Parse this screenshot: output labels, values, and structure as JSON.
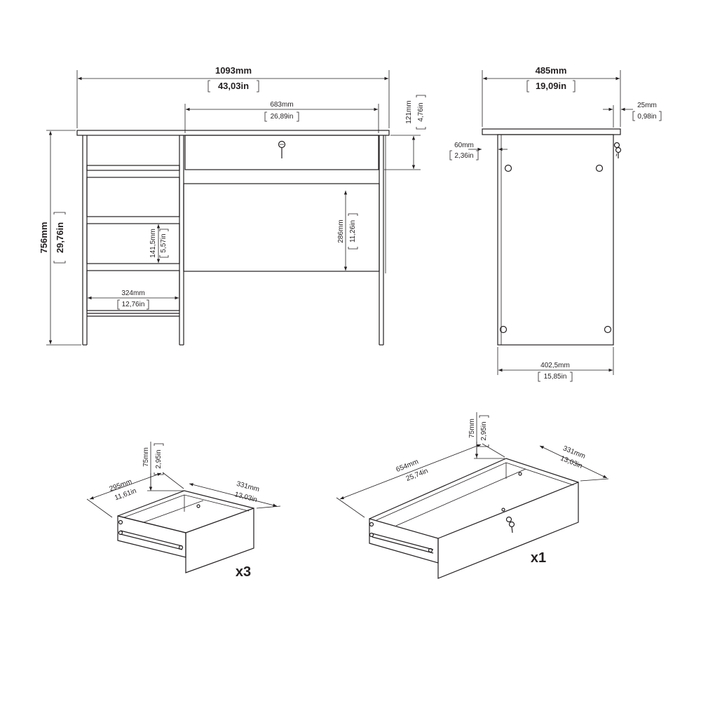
{
  "front_view": {
    "width_mm": "1093mm",
    "width_in": "43,03in",
    "drawer_width_mm": "683mm",
    "drawer_width_in": "26,89in",
    "drawer_height_mm": "121mm",
    "drawer_height_in": "4,76in",
    "height_mm": "756mm",
    "height_in": "29,76in",
    "cabinet_drawer_height_mm": "141,5mm",
    "cabinet_drawer_height_in": "5,57in",
    "cabinet_width_mm": "324mm",
    "cabinet_width_in": "12,76in",
    "knee_height_mm": "286mm",
    "knee_height_in": "11,26in"
  },
  "side_view": {
    "depth_mm": "485mm",
    "depth_in": "19,09in",
    "overhang_mm": "25mm",
    "overhang_in": "0,98in",
    "top_offset_mm": "60mm",
    "top_offset_in": "2,36in",
    "panel_width_mm": "402,5mm",
    "panel_width_in": "15,85in"
  },
  "small_drawer": {
    "height_mm": "75mm",
    "height_in": "2,95in",
    "width_mm": "295mm",
    "width_in": "11,61in",
    "depth_mm": "331mm",
    "depth_in": "13,03in",
    "quantity": "x3"
  },
  "large_drawer": {
    "height_mm": "75mm",
    "height_in": "2,95in",
    "width_mm": "654mm",
    "width_in": "25,74in",
    "depth_mm": "331mm",
    "depth_in": "13,03in",
    "quantity": "x1"
  }
}
